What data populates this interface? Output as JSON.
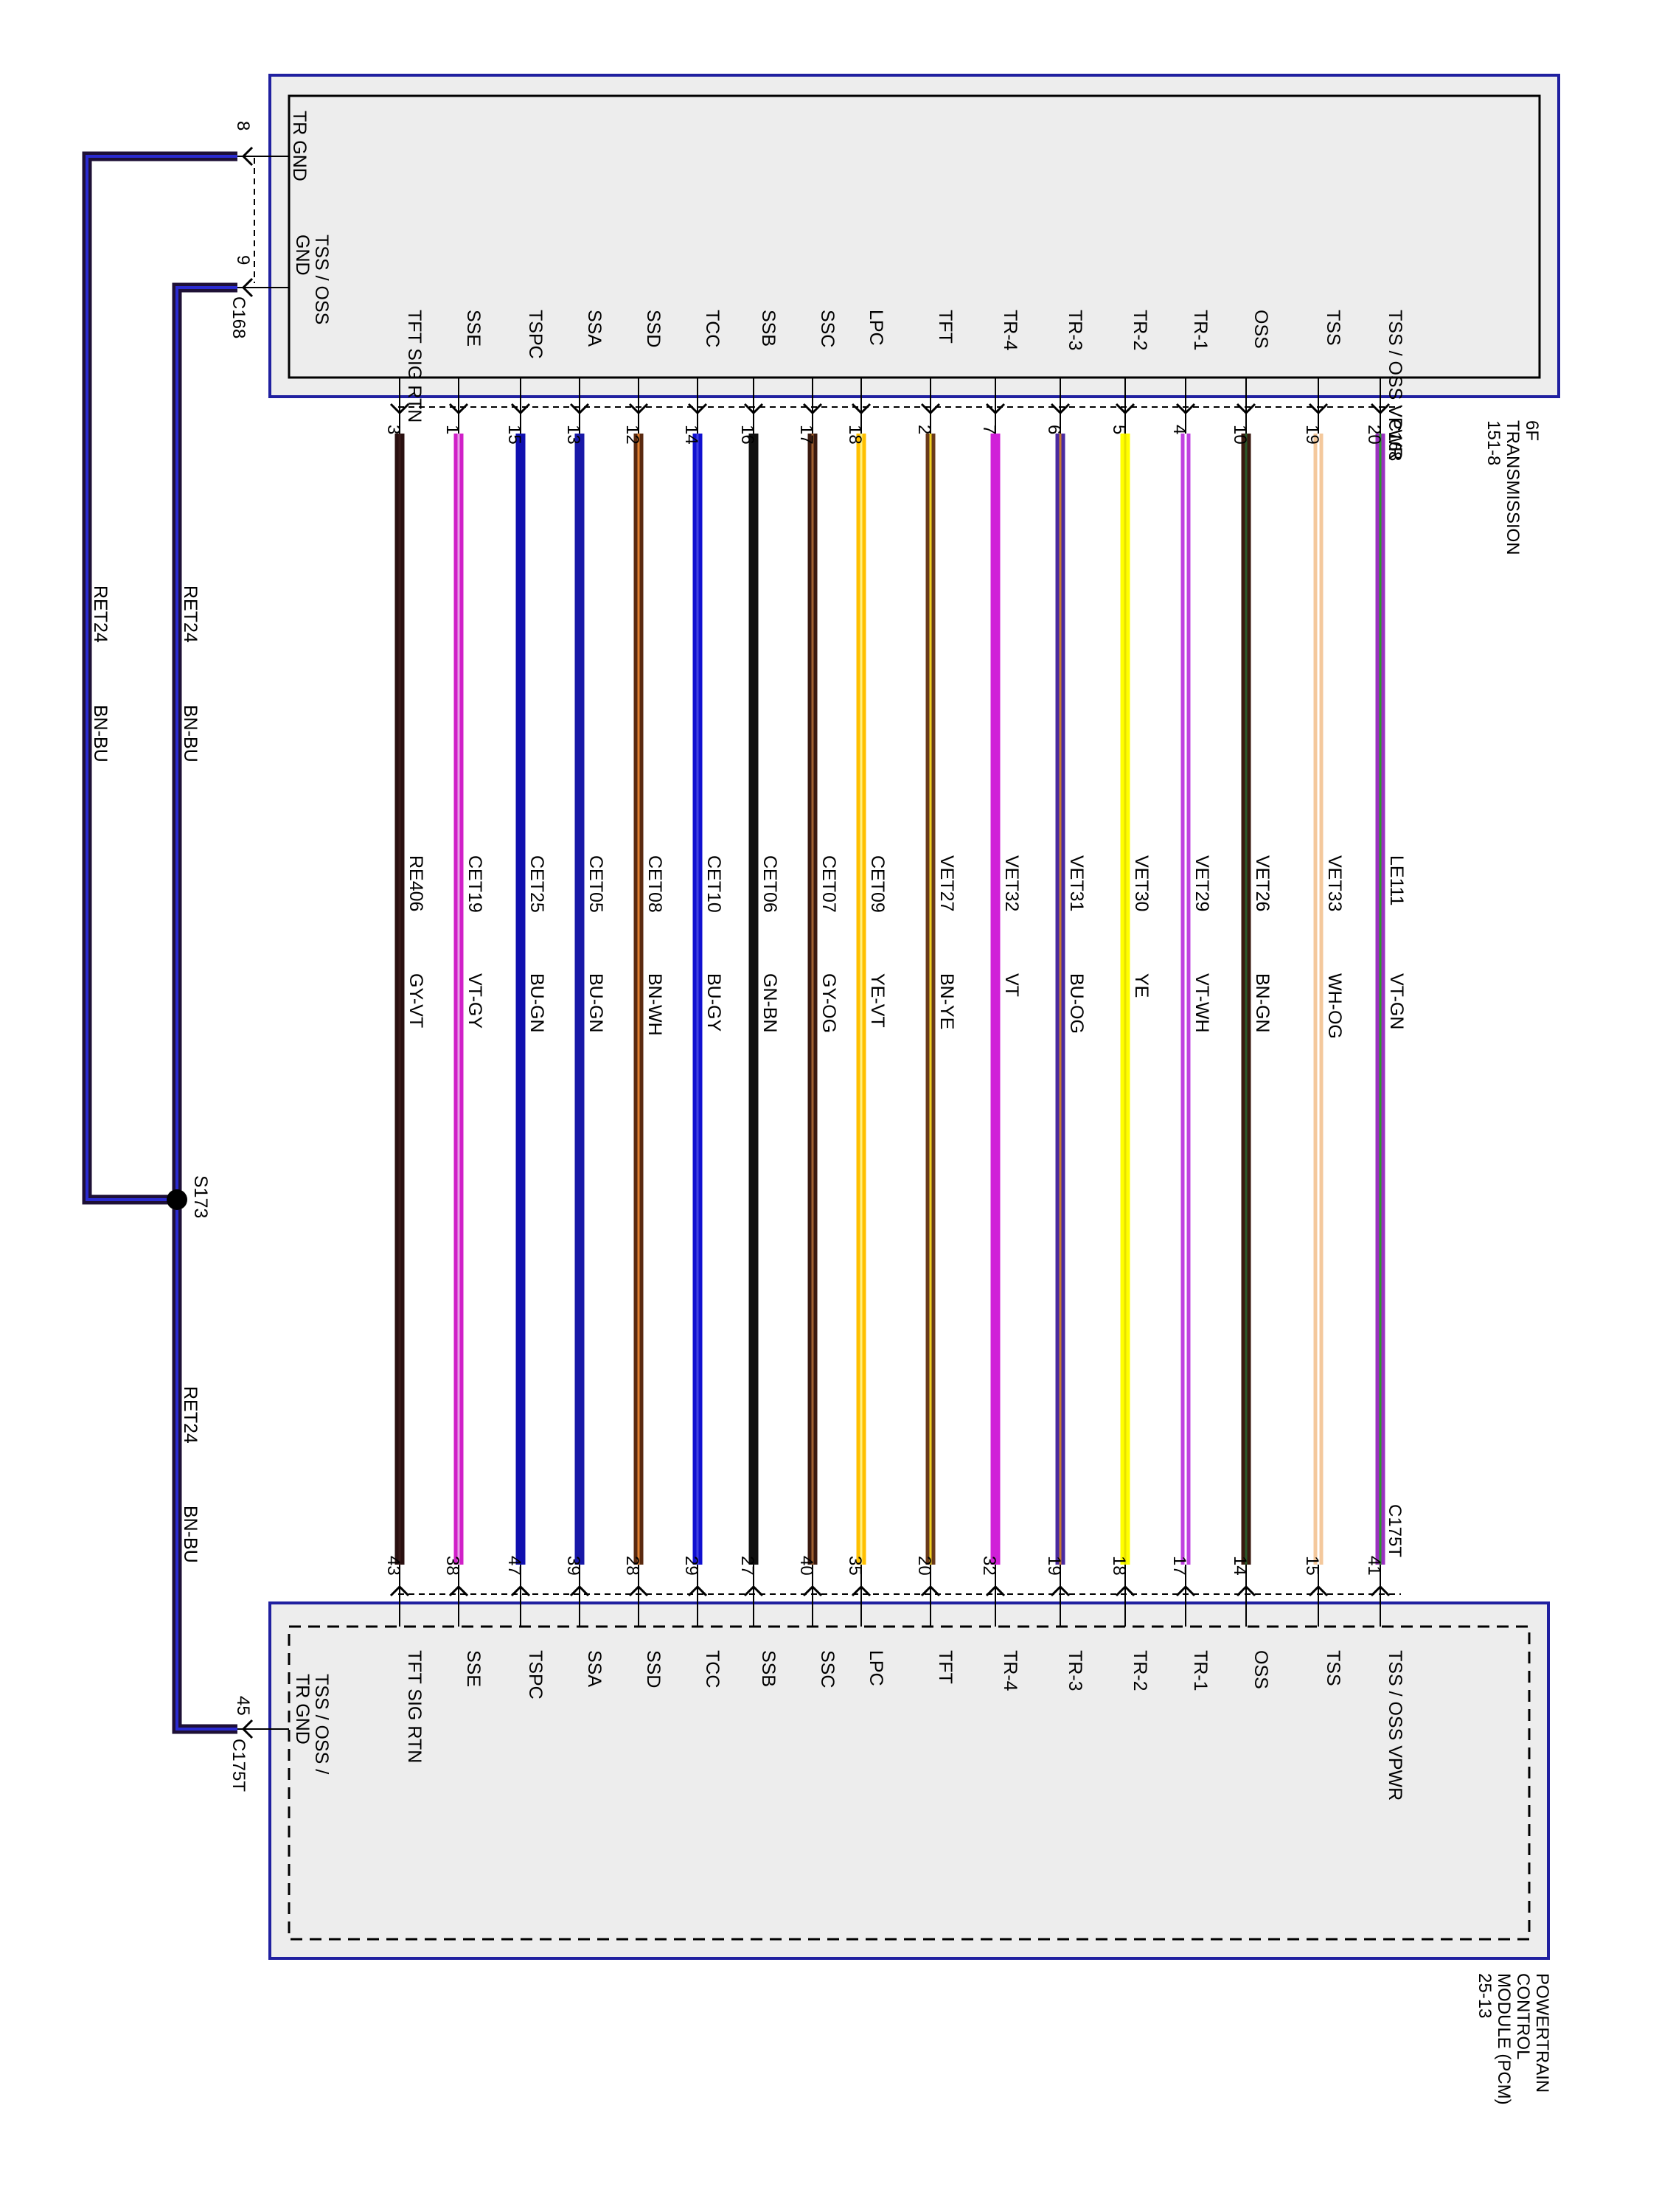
{
  "transmission": {
    "name_line1": "6F",
    "name_line2": "TRANSMISSION",
    "page_ref": "151-8",
    "connector": "C168"
  },
  "pcm": {
    "name_line1": "POWERTRAIN",
    "name_line2": "CONTROL",
    "name_line3": "MODULE (PCM)",
    "page_ref": "25-13",
    "connector": "C175T"
  },
  "signal_wires": [
    {
      "signal": "TSS / OSS VPWR",
      "trans_pin": "20",
      "circuit": "LE111",
      "color_code": "VT-GN",
      "pcm_pin": "41",
      "main": "#9a30c0",
      "stripe": "#2c9a2c"
    },
    {
      "signal": "TSS",
      "trans_pin": "19",
      "circuit": "VET33",
      "color_code": "WH-OG",
      "pcm_pin": "15",
      "main": "#f4c89c",
      "stripe": "#ffffff"
    },
    {
      "signal": "OSS",
      "trans_pin": "10",
      "circuit": "VET26",
      "color_code": "BN-GN",
      "pcm_pin": "14",
      "main": "#3a1a10",
      "stripe": "#2a5a2a"
    },
    {
      "signal": "TR-1",
      "trans_pin": "4",
      "circuit": "VET29",
      "color_code": "VT-WH",
      "pcm_pin": "17",
      "main": "#c040e0",
      "stripe": "#ffffff"
    },
    {
      "signal": "TR-2",
      "trans_pin": "5",
      "circuit": "VET30",
      "color_code": "YE",
      "pcm_pin": "18",
      "main": "#ffff00",
      "stripe": "#e8e000"
    },
    {
      "signal": "TR-3",
      "trans_pin": "6",
      "circuit": "VET31",
      "color_code": "BU-OG",
      "pcm_pin": "19",
      "main": "#4a2aa0",
      "stripe": "#c87a30"
    },
    {
      "signal": "TR-4",
      "trans_pin": "7",
      "circuit": "VET32",
      "color_code": "VT",
      "pcm_pin": "32",
      "main": "#d020d8",
      "stripe": "#d020d8"
    },
    {
      "signal": "TFT",
      "trans_pin": "2",
      "circuit": "VET27",
      "color_code": "BN-YE",
      "pcm_pin": "20",
      "main": "#6a3a1a",
      "stripe": "#f0d020"
    },
    {
      "signal": "LPC",
      "trans_pin": "18",
      "circuit": "CET09",
      "color_code": "YE-VT",
      "pcm_pin": "35",
      "main": "#ffc000",
      "stripe": "#fff080"
    },
    {
      "signal": "SSC",
      "trans_pin": "17",
      "circuit": "CET07",
      "color_code": "GY-OG",
      "pcm_pin": "40",
      "main": "#3a1a10",
      "stripe": "#a06030"
    },
    {
      "signal": "SSB",
      "trans_pin": "16",
      "circuit": "CET06",
      "color_code": "GN-BN",
      "pcm_pin": "27",
      "main": "#101010",
      "stripe": "#101010"
    },
    {
      "signal": "TCC",
      "trans_pin": "14",
      "circuit": "CET10",
      "color_code": "BU-GY",
      "pcm_pin": "29",
      "main": "#1010d0",
      "stripe": "#4040e0"
    },
    {
      "signal": "SSD",
      "trans_pin": "12",
      "circuit": "CET08",
      "color_code": "BN-WH",
      "pcm_pin": "28",
      "main": "#5a2a10",
      "stripe": "#e08030"
    },
    {
      "signal": "SSA",
      "trans_pin": "13",
      "circuit": "CET05",
      "color_code": "BU-GN",
      "pcm_pin": "39",
      "main": "#1818a8",
      "stripe": "#1818a8"
    },
    {
      "signal": "TSPC",
      "trans_pin": "15",
      "circuit": "CET25",
      "color_code": "BU-GN",
      "pcm_pin": "47",
      "main": "#1010b0",
      "stripe": "#1010b0"
    },
    {
      "signal": "SSE",
      "trans_pin": "1",
      "circuit": "CET19",
      "color_code": "VT-GY",
      "pcm_pin": "38",
      "main": "#d020c8",
      "stripe": "#e8a0e8"
    },
    {
      "signal": "TFT SIG RTN",
      "trans_pin": "3",
      "circuit": "RE406",
      "color_code": "GY-VT",
      "pcm_pin": "43",
      "main": "#2a1010",
      "stripe": "#3a1a1a"
    }
  ],
  "ground": {
    "tr_gnd_label": "TR GND",
    "tr_gnd_pin": "8",
    "tss_oss_gnd_line1": "TSS / OSS",
    "tss_oss_gnd_line2": "GND",
    "tss_oss_gnd_pin": "9",
    "splice": "S173",
    "circuit": "RET24",
    "color_code": "BN-BU",
    "pcm_line1": "TSS / OSS /",
    "pcm_line2": "TR GND",
    "pcm_pin": "45",
    "main": "#1e1036",
    "stripe": "#2a2ad0"
  },
  "colors": {
    "module_outline": "#2020a0",
    "module_fill": "#ededed",
    "inner_line": "#000000"
  }
}
